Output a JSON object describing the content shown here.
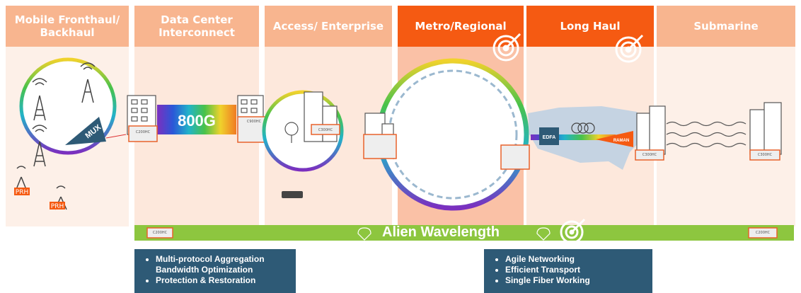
{
  "columns": [
    {
      "id": "mobile",
      "title": "Mobile Fronthaul/\nBackhaul"
    },
    {
      "id": "dci",
      "title": "Data Center\nInterconnect"
    },
    {
      "id": "access",
      "title": "Access/ Enterprise"
    },
    {
      "id": "metro",
      "title": "Metro/Regional"
    },
    {
      "id": "longhaul",
      "title": "Long Haul"
    },
    {
      "id": "submarine",
      "title": "Submarine"
    }
  ],
  "labels": {
    "mux": "MUX",
    "speed": "800G",
    "prh": "PRH",
    "edfa": "EDFA",
    "raman": "RAMAN",
    "alien_wavelength": "Alien Wavelength"
  },
  "device_labels": {
    "c200hc": "C200HC",
    "c300hc": "C300HC",
    "c900hc": "C900HC"
  },
  "bullets_left": [
    "Multi-protocol Aggregation",
    "Bandwidth Optimization",
    "Protection & Restoration"
  ],
  "bullets_right": [
    "Agile Networking",
    "Efficient Transport",
    "Single Fiber Working"
  ],
  "colors": {
    "light_header": "#f8b58f",
    "dark_header": "#f55a12",
    "alien_bar": "#8dc63f",
    "bullet_box": "#2e5a76",
    "device_border": "#e8622c"
  }
}
